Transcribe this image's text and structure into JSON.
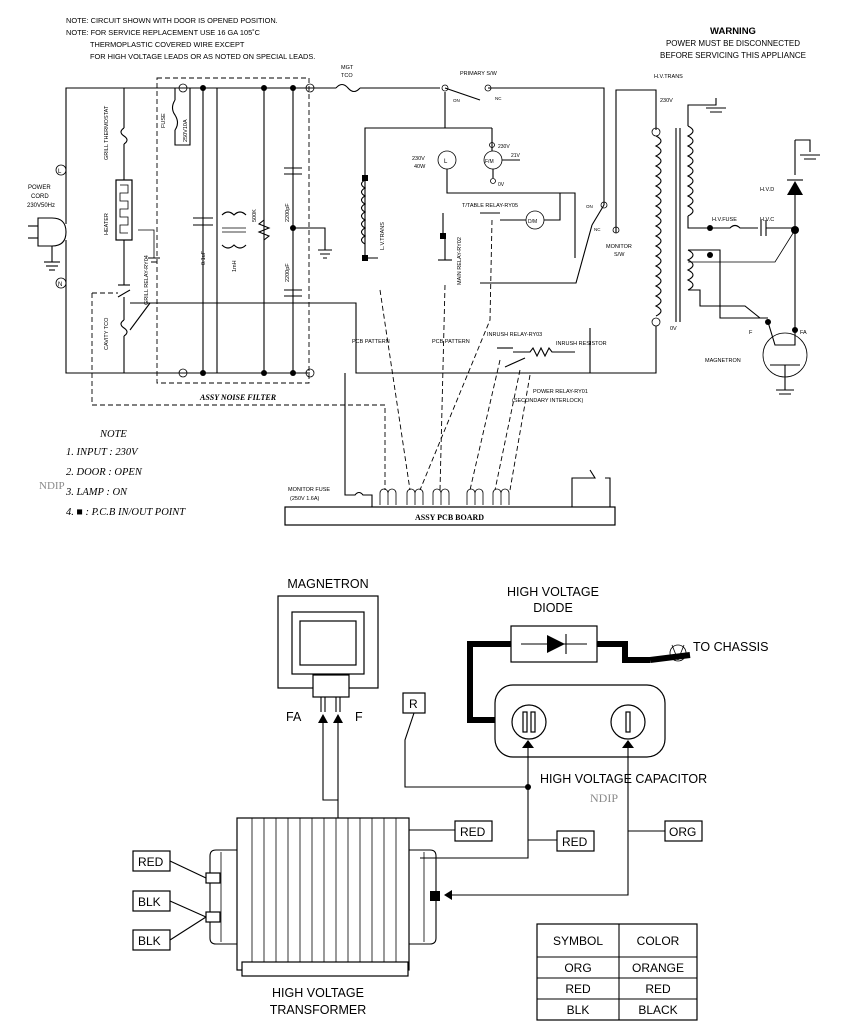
{
  "notes_top": [
    "NOTE: CIRCUIT SHOWN WITH DOOR IS OPENED POSITION.",
    "NOTE: FOR SERVICE REPLACEMENT USE 16  GA 105˚C",
    "THERMOPLASTIC COVERED WIRE EXCEPT",
    "FOR HIGH VOLTAGE LEADS OR AS NOTED ON SPECIAL LEADS."
  ],
  "warning": {
    "title": "WARNING",
    "line1": "POWER MUST BE DISCONNECTED",
    "line2": "BEFORE SERVICING THIS APPLIANCE"
  },
  "schematic": {
    "power_cord": [
      "POWER",
      "CORD",
      "230V50Hz"
    ],
    "L": "L",
    "N": "N",
    "grill_thermostat": "GRILL THERMOSTAT",
    "fuse": "FUSE",
    "fuse_rating": "250V10A",
    "heater": "HEATER",
    "grill_relay": "GRILL RELAY-RY04",
    "cavity_tco": "CAVITY TCO",
    "cap_01uf": "0.1uF",
    "ind_1mh": "1mH",
    "res_500k": "500K",
    "cap_2200_a": "2200pF",
    "cap_2200_b": "2200pF",
    "noise_filter": "ASSY NOISE FILTER",
    "mgt_tco": [
      "MGT",
      "TCO"
    ],
    "primary_sw": "PRIMARY S/W",
    "sw_on": "ON",
    "sw_nc": "NC",
    "lamp_rating": [
      "230V",
      "40W"
    ],
    "lamp": "L",
    "fm": "F/M",
    "v230": "230V",
    "v21": "21V",
    "v0": "0V",
    "lv_trans": "L.V.TRANS",
    "ttable_relay": "T/TABLE RELAY-RY05",
    "dm": "D/M",
    "main_relay": "MAIN RELAY-RY02",
    "monitor_sw": [
      "MONITOR",
      "S/W"
    ],
    "hv_trans": "H.V.TRANS",
    "hv_230": "230V",
    "hv_0v": "0V",
    "hv_d": "H.V.D",
    "hv_fuse": "H.V.FUSE",
    "hv_c": "H.V.C",
    "mag_f": "F",
    "mag_fa": "FA",
    "magnetron": "MAGNETRON",
    "pcb_pattern_1": "PCB PATTERN",
    "pcb_pattern_2": "PCB PATTERN",
    "inrush_relay": "INRUSH RELAY-RY03",
    "inrush_resistor": "INRUSH RESISTOR",
    "power_relay": "POWER RELAY-RY01",
    "secondary_interlock": "(SECONDARY INTERLOCK)",
    "monitor_fuse": [
      "MONITOR FUSE",
      "(250V 1.6A)"
    ],
    "pcb_board": "ASSY PCB BOARD"
  },
  "note_block": {
    "title": "NOTE",
    "lines": [
      "1. INPUT  :  230V",
      "2. DOOR  :  OPEN",
      "3. LAMP  :  ON",
      "4. ■ : P.C.B  IN/OUT POINT"
    ]
  },
  "watermark": "NDIP",
  "wiring": {
    "magnetron": "MAGNETRON",
    "fa": "FA",
    "f": "F",
    "r": "R",
    "hv_diode": [
      "HIGH VOLTAGE",
      "DIODE"
    ],
    "to_chassis": "TO CHASSIS",
    "hv_capacitor": "HIGH VOLTAGE CAPACITOR",
    "watermark": "NDIP",
    "tag_red_1": "RED",
    "tag_red_2": "RED",
    "tag_org": "ORG",
    "tag_red_left": "RED",
    "tag_blk_1": "BLK",
    "tag_blk_2": "BLK",
    "hv_transformer": [
      "HIGH VOLTAGE",
      "TRANSFORMER"
    ]
  },
  "legend": {
    "headers": [
      "SYMBOL",
      "COLOR"
    ],
    "rows": [
      [
        "ORG",
        "ORANGE"
      ],
      [
        "RED",
        "RED"
      ],
      [
        "BLK",
        "BLACK"
      ]
    ]
  }
}
